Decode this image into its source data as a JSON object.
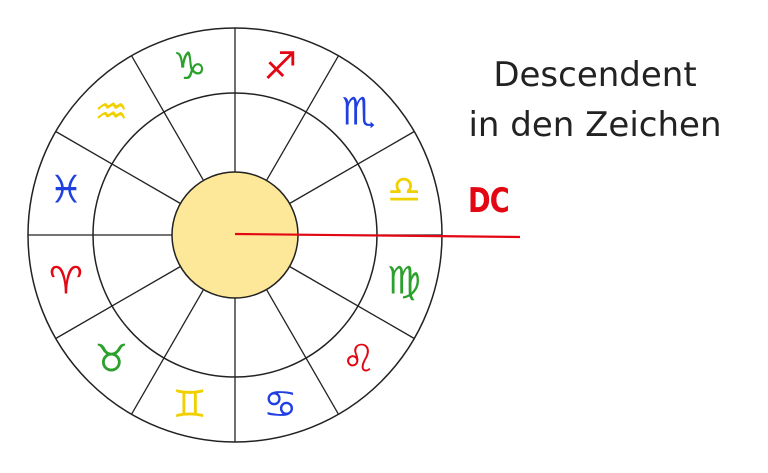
{
  "title": {
    "line1": "Descendent",
    "line2": "in den Zeichen"
  },
  "descendant_label": "DC",
  "colors": {
    "fire": "#e30613",
    "earth": "#2ca02c",
    "air": "#f0d000",
    "water": "#1f3fe0",
    "center_fill": "#fde89a",
    "axis_line": "#e30613",
    "wheel_stroke": "#222222"
  },
  "signs": [
    {
      "name": "aries-sign",
      "glyph": "♈",
      "color": "#e30613"
    },
    {
      "name": "taurus-sign",
      "glyph": "♉",
      "color": "#2ca02c"
    },
    {
      "name": "gemini-sign",
      "glyph": "♊",
      "color": "#f0d000"
    },
    {
      "name": "cancer-sign",
      "glyph": "♋",
      "color": "#1f3fe0"
    },
    {
      "name": "leo-sign",
      "glyph": "♌",
      "color": "#e30613"
    },
    {
      "name": "virgo-sign",
      "glyph": "♍",
      "color": "#2ca02c"
    },
    {
      "name": "libra-sign",
      "glyph": "♎",
      "color": "#f0d000"
    },
    {
      "name": "scorpio-sign",
      "glyph": "♏",
      "color": "#1f3fe0"
    },
    {
      "name": "sagittarius-sign",
      "glyph": "♐",
      "color": "#e30613"
    },
    {
      "name": "capricorn-sign",
      "glyph": "♑",
      "color": "#2ca02c"
    },
    {
      "name": "aquarius-sign",
      "glyph": "♒",
      "color": "#f0d000"
    },
    {
      "name": "pisces-sign",
      "glyph": "♓",
      "color": "#1f3fe0"
    }
  ]
}
